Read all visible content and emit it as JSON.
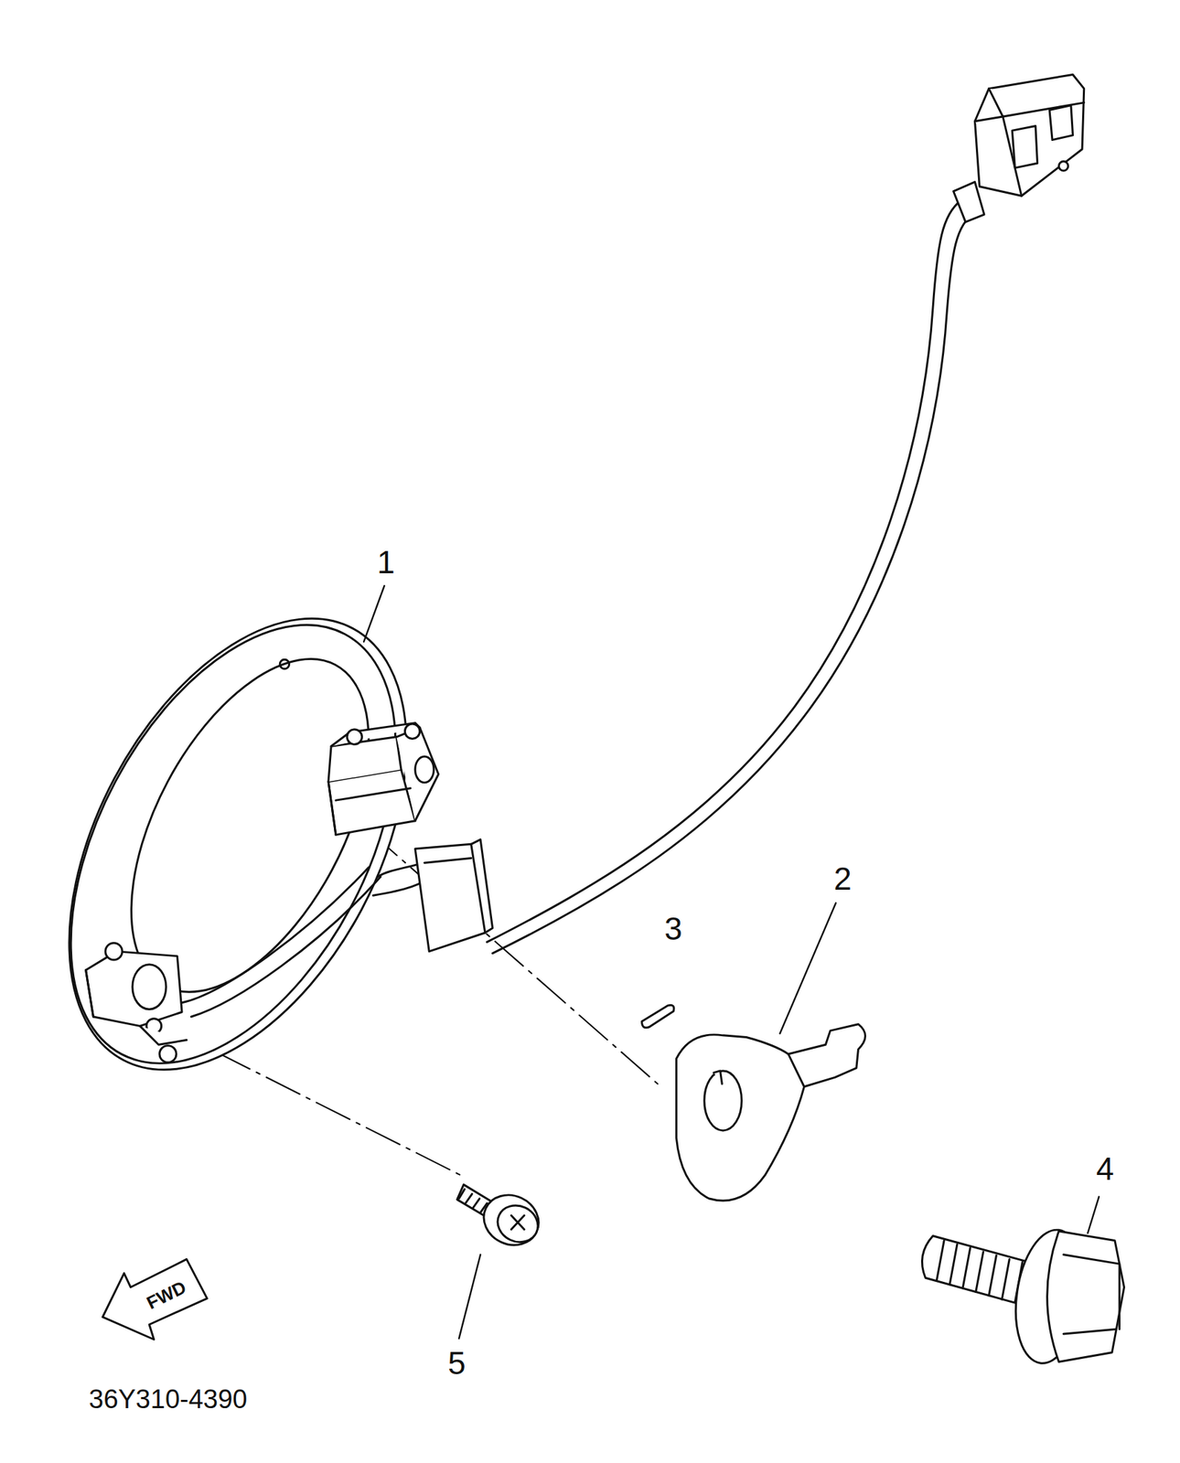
{
  "diagram": {
    "labels": [
      "1",
      "2",
      "3",
      "4",
      "5",
      "FWD",
      "36Y310-4390"
    ]
  }
}
